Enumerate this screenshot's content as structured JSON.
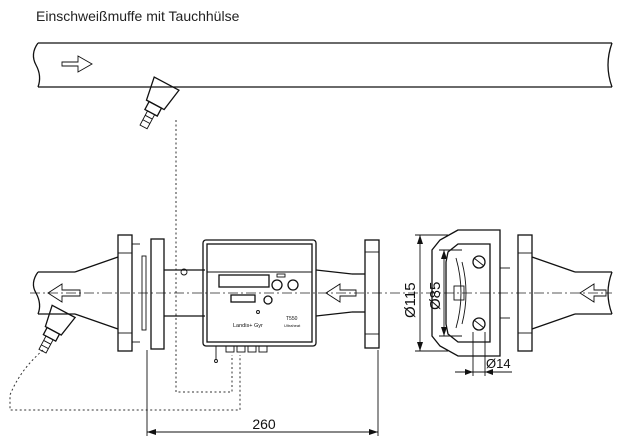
{
  "caption": "Einschweißmuffe mit Tauchhülse",
  "dimensions": {
    "length": "260",
    "flange_outer": "Ø115",
    "bolt_circle": "Ø85",
    "bolt_hole": "Ø14"
  },
  "meter": {
    "brand_label": "Landis+ Gyr",
    "model_label": "T550",
    "sub_label": "Ultraheat"
  },
  "colors": {
    "line": "#111111",
    "background": "#ffffff"
  }
}
